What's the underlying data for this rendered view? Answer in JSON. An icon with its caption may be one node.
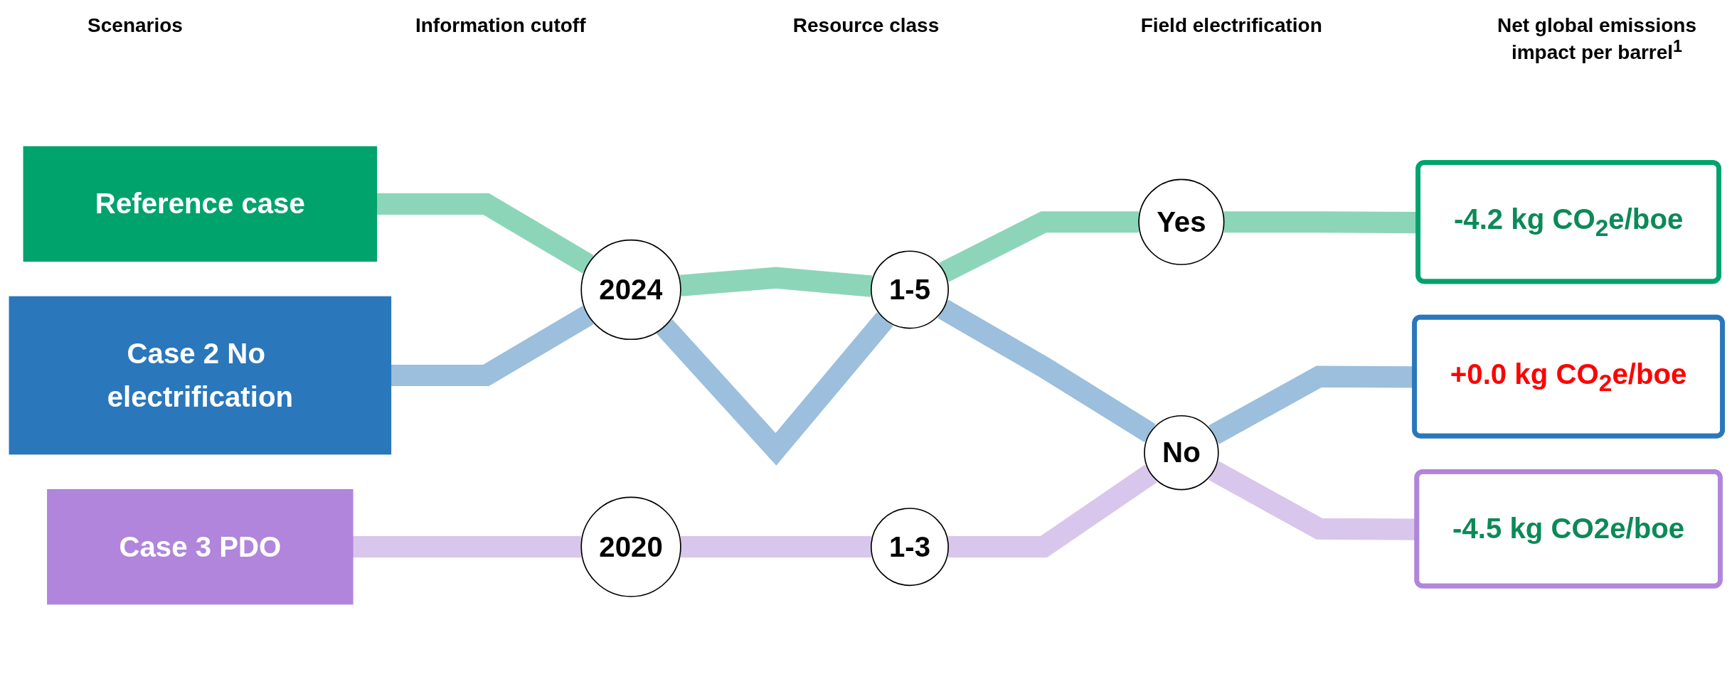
{
  "diagram": {
    "nodes": [
      {
        "text": [
          "Reference case"
        ]
      },
      {
        "text": [
          "Case 2 No electrification"
        ]
      },
      {
        "text": [
          "Case 3 PDO"
        ]
      },
      {
        "text": [
          "2024"
        ]
      },
      {
        "text": [
          "2020"
        ]
      },
      {
        "text": [
          "1-5"
        ]
      },
      {
        "text": [
          "1-3"
        ]
      },
      {
        "text": [
          "Yes"
        ]
      },
      {
        "text": [
          "No"
        ]
      },
      {
        "text": [
          "-4.2 kg CO$_{2}$e/boe"
        ]
      },
      {
        "text": [
          "+0.0 kg CO$_{2}$e/boe"
        ]
      },
      {
        "text": [
          "-4.5 kg CO2e/boe"
        ]
      }
    ],
    "edges": [
      {
        "from": 0,
        "to": 3,
        "arrow": "none",
        "color": "#8dd5b9"
      },
      {
        "from": 3,
        "to": 5,
        "arrow": "none",
        "color": "#8dd5b9"
      },
      {
        "from": 5,
        "to": 7,
        "arrow": "none",
        "color": "#8dd5b9"
      },
      {
        "from": 7,
        "to": 9,
        "arrow": "none",
        "color": "#8dd5b9"
      },
      {
        "from": 1,
        "to": 3,
        "arrow": "none",
        "color": "#9bbfdc"
      },
      {
        "from": 3,
        "to": 5,
        "arrow": "none",
        "color": "#9bbfdc"
      },
      {
        "from": 5,
        "to": 8,
        "arrow": "none",
        "color": "#9bbfdc"
      },
      {
        "from": 8,
        "to": 10,
        "arrow": "none",
        "color": "#9bbfdc"
      },
      {
        "from": 2,
        "to": 4,
        "arrow": "none",
        "color": "#d9c6ec"
      },
      {
        "from": 4,
        "to": 6,
        "arrow": "none",
        "color": "#d9c6ec"
      },
      {
        "from": 6,
        "to": 8,
        "arrow": "none",
        "color": "#d9c6ec"
      },
      {
        "from": 8,
        "to": 11,
        "arrow": "none",
        "color": "#d9c6ec"
      }
    ],
    "labels": [
      "Scenarios",
      "Information cutoff",
      "Resource class",
      "Field electrification",
      "Net global emissions impact per barrel$^{1}$"
    ]
  }
}
